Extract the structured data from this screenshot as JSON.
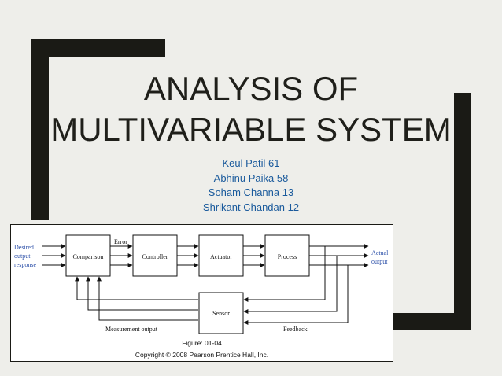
{
  "slide": {
    "title_line1": "ANALYSIS OF",
    "title_line2": "MULTIVARIABLE SYSTEM",
    "authors": [
      "Keul Patil 61",
      "Abhinu Paika 58",
      "Soham Channa 13",
      "Shrikant Chandan 12"
    ]
  },
  "figure": {
    "input_label": [
      "Desired",
      "output",
      "response"
    ],
    "output_label": [
      "Actual",
      "output"
    ],
    "blocks": {
      "comparison": "Comparison",
      "controller": "Controller",
      "actuator": "Actuator",
      "process": "Process",
      "sensor": "Sensor"
    },
    "error_label": "Error",
    "measurement_label": "Measurement output",
    "feedback_label": "Feedback",
    "caption": "Figure: 01-04",
    "copyright": "Copyright © 2008 Pearson Prentice Hall, Inc."
  },
  "colors": {
    "background": "#eeeeea",
    "frame": "#1a1a15",
    "title": "#1f1f1a",
    "authors": "#1a5a9c",
    "diagram_blue_text": "#2b4fa8"
  }
}
